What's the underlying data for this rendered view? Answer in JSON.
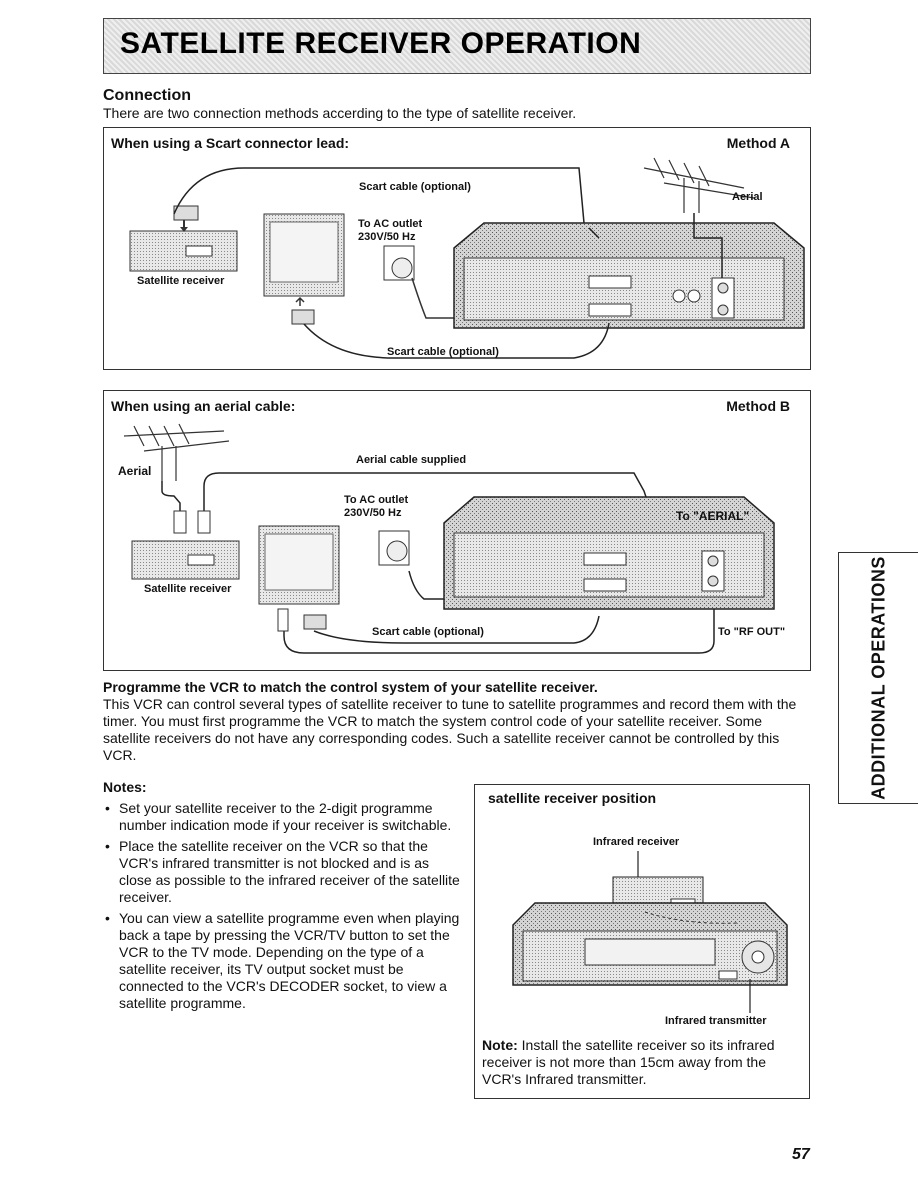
{
  "title": "SATELLITE RECEIVER OPERATION",
  "connection": {
    "heading": "Connection",
    "intro": "There are two connection methods accerding to the type of satellite receiver."
  },
  "method_a": {
    "header": "When using a Scart connector lead:",
    "method": "Method A",
    "labels": {
      "scart_top": "Scart cable (optional)",
      "ac_outlet_1": "To AC outlet",
      "ac_outlet_2": "230V/50 Hz",
      "aerial": "Aerial",
      "satellite_receiver": "Satellite receiver",
      "scart_bottom": "Scart cable (optional)"
    }
  },
  "method_b": {
    "header": "When using an aerial cable:",
    "method": "Method B",
    "labels": {
      "aerial": "Aerial",
      "aerial_cable": "Aerial cable supplied",
      "ac_outlet_1": "To AC outlet",
      "ac_outlet_2": "230V/50 Hz",
      "to_aerial": "To \"AERIAL\"",
      "satellite_receiver": "Satellite receiver",
      "scart_optional": "Scart cable (optional)",
      "to_rf_out": "To \"RF OUT\""
    }
  },
  "programme": {
    "heading": "Programme the VCR to match the control system of your satellite receiver.",
    "text": "This VCR can control several types of satellite receiver to tune to satellite programmes and record them with the timer. You must first programme the VCR to match the system control code of your satellite receiver. Some satellite receivers do not have any corresponding codes. Such a satellite receiver cannot be controlled by this VCR."
  },
  "notes": {
    "heading": "Notes:",
    "items": [
      "Set your satellite receiver to the 2-digit programme number indication mode if your receiver is switchable.",
      "Place the satellite receiver on the VCR so that the VCR's infrared transmitter is not blocked and is as close as possible to the infrared receiver of the satellite receiver.",
      "You can view a satellite programme even when playing back a tape by pressing the VCR/TV button to set the VCR to the TV mode. Depending on the type of a satellite receiver, its TV output socket must be connected to the VCR's DECODER socket, to view a satellite programme."
    ]
  },
  "position_box": {
    "header": "satellite receiver position",
    "infrared_receiver": "Infrared receiver",
    "infrared_transmitter": "Infrared transmitter",
    "note_label": "Note:",
    "note_text": "Install the satellite receiver so its infrared receiver is not more than 15cm away from the VCR's Infrared transmitter."
  },
  "side_tab": "ADDITIONAL OPERATIONS",
  "page_number": "57"
}
